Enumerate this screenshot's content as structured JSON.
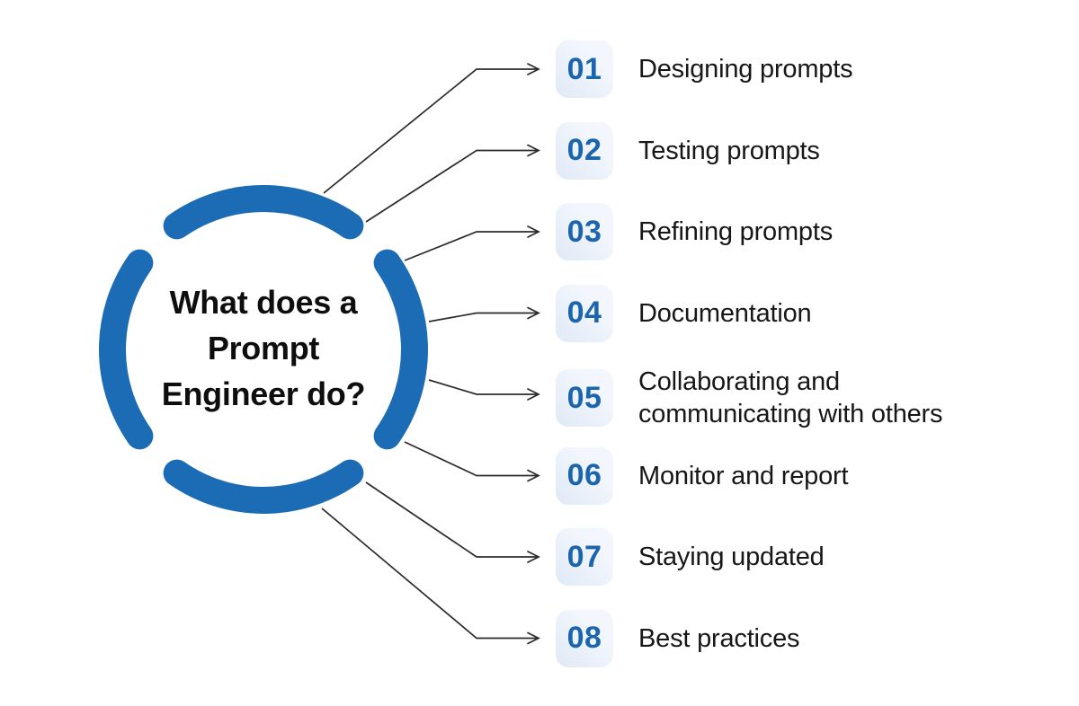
{
  "colors": {
    "accent_blue": "#1b6cb5",
    "number_blue": "#1b64ae",
    "badge_bg_start": "#f3f7fd",
    "badge_bg_end": "#e0e9f6",
    "arrow": "#2b2b2b",
    "text": "#171717"
  },
  "center": {
    "title": "What does a\nPrompt\nEngineer do?"
  },
  "items": [
    {
      "number": "01",
      "label": "Designing prompts"
    },
    {
      "number": "02",
      "label": "Testing prompts"
    },
    {
      "number": "03",
      "label": "Refining prompts"
    },
    {
      "number": "04",
      "label": "Documentation"
    },
    {
      "number": "05",
      "label": "Collaborating and\ncommunicating with others"
    },
    {
      "number": "06",
      "label": "Monitor and report"
    },
    {
      "number": "07",
      "label": "Staying updated"
    },
    {
      "number": "08",
      "label": "Best practices"
    }
  ]
}
